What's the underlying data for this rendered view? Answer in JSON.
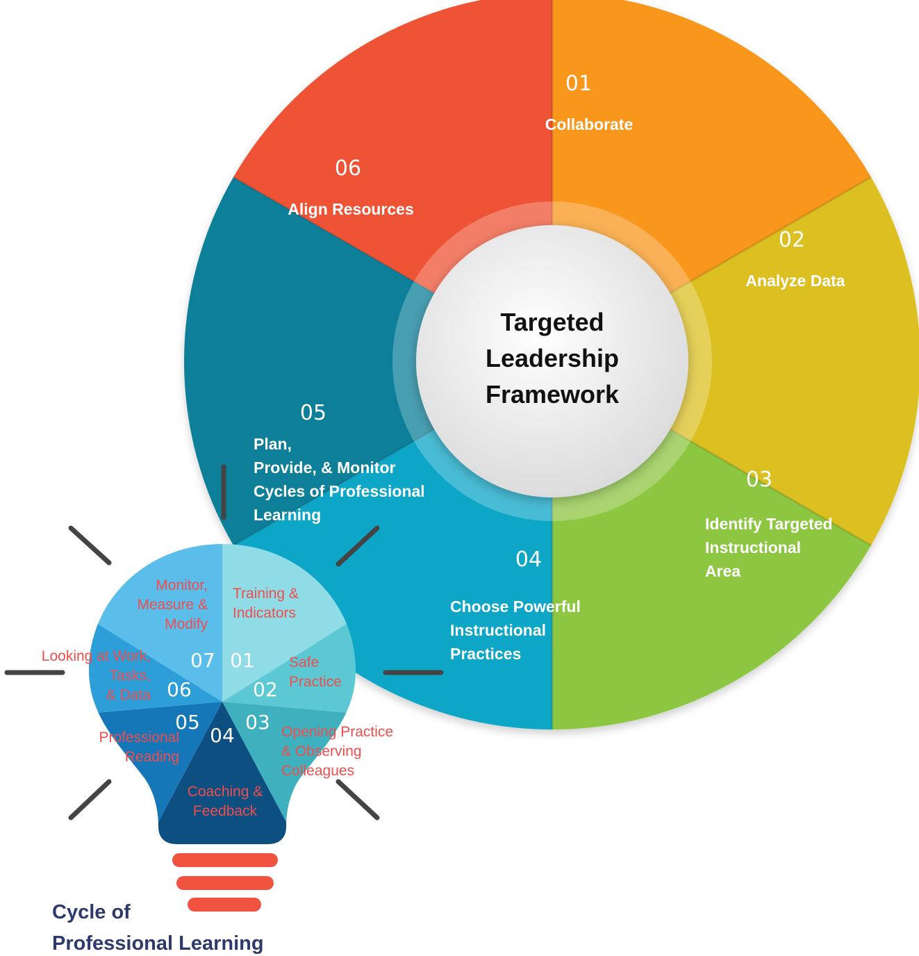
{
  "framework": {
    "title_lines": [
      "Targeted",
      "Leadership",
      "Framework"
    ],
    "segments": [
      {
        "number": "01",
        "lines": [
          "Collaborate"
        ],
        "color": "#f8971d"
      },
      {
        "number": "02",
        "lines": [
          "Analyze Data"
        ],
        "color": "#dcc020"
      },
      {
        "number": "03",
        "lines": [
          "Identify Targeted",
          "Instructional",
          "Area"
        ],
        "color": "#8dc63f"
      },
      {
        "number": "04",
        "lines": [
          "Choose Powerful",
          "Instructional",
          "Practices"
        ],
        "color": "#0aa6c7"
      },
      {
        "number": "05",
        "lines": [
          "Plan,",
          "Provide, & Monitor",
          "Cycles of Professional",
          "Learning"
        ],
        "color": "#0a7f99"
      },
      {
        "number": "06",
        "lines": [
          "Align Resources"
        ],
        "color": "#ef5236"
      }
    ]
  },
  "cycle": {
    "caption_lines": [
      "Cycle of",
      "Professional Learning"
    ],
    "label_color": "#ef4e4e",
    "bar_color": "#f05440",
    "steps": [
      {
        "number": "01",
        "lines": [
          "Training &",
          "Indicators"
        ],
        "color": "#8fdce6"
      },
      {
        "number": "02",
        "lines": [
          "Safe",
          "Practice"
        ],
        "color": "#5cc8d4"
      },
      {
        "number": "03",
        "lines": [
          "Opening Practice",
          "& Observing",
          "Colleagues"
        ],
        "color": "#3fb0bd"
      },
      {
        "number": "04",
        "lines": [
          "Coaching &",
          "Feedback"
        ],
        "color": "#0d4f80"
      },
      {
        "number": "05",
        "lines": [
          "Professional",
          "Reading"
        ],
        "color": "#1577b8"
      },
      {
        "number": "06",
        "lines": [
          "Looking at Work,",
          "Tasks,",
          "& Data"
        ],
        "color": "#2d9ed8"
      },
      {
        "number": "07",
        "lines": [
          "Monitor,",
          "Measure &",
          "Modify"
        ],
        "color": "#5bbde9"
      }
    ]
  }
}
